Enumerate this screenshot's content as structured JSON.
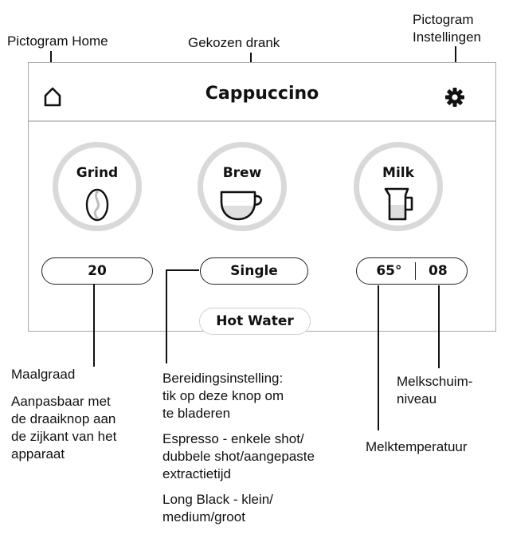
{
  "callouts": {
    "home_icon": "Pictogram Home",
    "chosen_drink": "Gekozen drank",
    "settings_icon": [
      "Pictogram",
      "Instellingen"
    ],
    "grind": {
      "title": "Maalgraad",
      "desc": [
        "Aanpasbaar met",
        "de draaiknop aan",
        "de zijkant van het",
        "apparaat"
      ]
    },
    "brew_setting": {
      "title": [
        "Bereidingsinstelling:",
        "tik op deze knop om",
        "te bladeren"
      ],
      "espresso": [
        "Espresso - enkele shot/",
        "dubbele shot/aangepaste",
        "extractietijd"
      ],
      "long_black": [
        "Long Black - klein/",
        "medium/groot"
      ]
    },
    "froth_level": [
      "Melkschuim-",
      "niveau"
    ],
    "milk_temp": "Melktemperatuur"
  },
  "screen": {
    "drink": "Cappuccino",
    "grind": {
      "label": "Grind",
      "value": "20"
    },
    "brew": {
      "label": "Brew",
      "value": "Single"
    },
    "milk": {
      "label": "Milk",
      "temp": "65°",
      "froth": "08"
    },
    "hot_water": "Hot Water"
  },
  "colors": {
    "ring": "#d9d9d9",
    "cup_fill": "#dedede",
    "border": "#a8a8a8"
  },
  "icons": [
    "home-icon",
    "gear-icon",
    "coffee-bean-icon",
    "cup-icon",
    "milk-jug-icon"
  ]
}
